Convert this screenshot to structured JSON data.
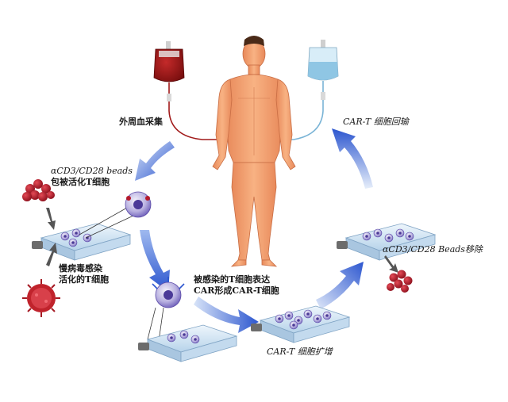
{
  "labels": {
    "collection": "外周血采集",
    "infusion": "CAR-T 细胞回输",
    "beads_line1": "αCD3/CD28 beads",
    "beads_line2": "包被活化T细胞",
    "virus_line1": "慢病毒感染",
    "virus_line2": "活化的T细胞",
    "infected_line1": "被感染的T细胞表达",
    "infected_line2": "CAR形成CAR-T细胞",
    "expansion": "CAR-T 细胞扩增",
    "removal": "αCD3/CD28 Beads移除"
  },
  "colors": {
    "arrow_blue": "#2f5ed8",
    "arrow_light": "#b7cdf2",
    "skin": "#f3a072",
    "blood_bag": "#a11a1a",
    "saline_bag": "#bfe0f2",
    "bead_red": "#b5192b",
    "virus_red": "#c0232c",
    "cell_purple": "#6d58b8",
    "flask_blue": "#cfe3f3"
  },
  "icons": [
    "blood-bag-icon",
    "infusion-bag-icon",
    "human-body-figure",
    "bead-cluster-icon",
    "virus-icon",
    "t-cell-icon",
    "culture-flask-icon"
  ]
}
